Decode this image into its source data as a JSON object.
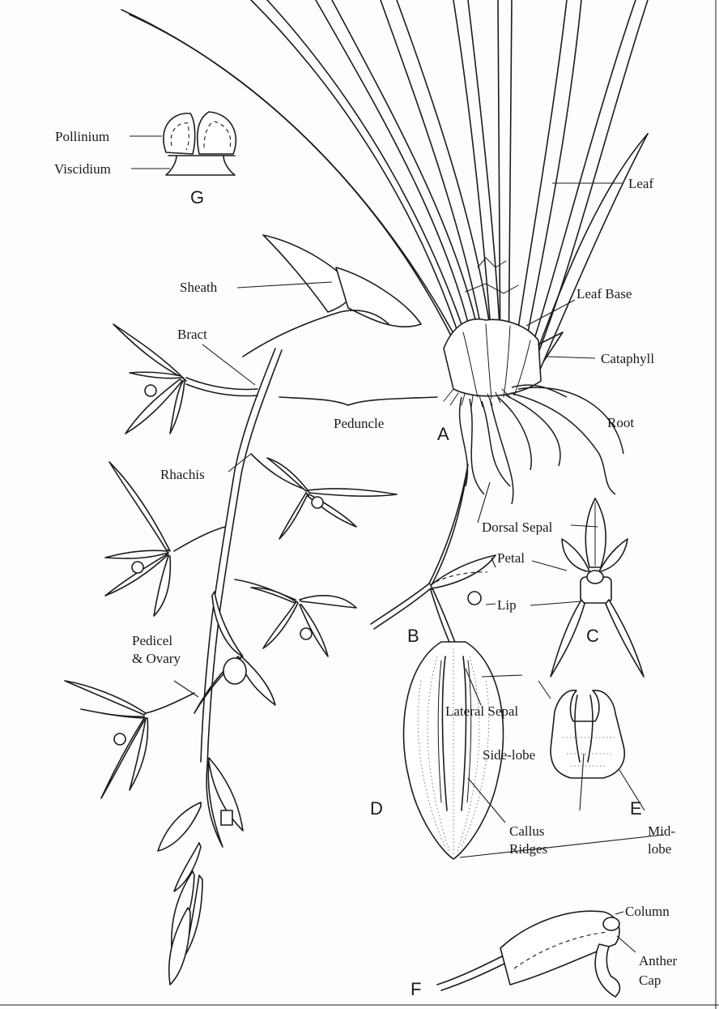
{
  "labels": {
    "pollinium": "Pollinium",
    "viscidium": "Viscidium",
    "leaf": "Leaf",
    "sheath": "Sheath",
    "leaf_base": "Leaf Base",
    "bract": "Bract",
    "cataphyll": "Cataphyll",
    "peduncle": "Peduncle",
    "root": "Root",
    "rhachis": "Rhachis",
    "dorsal_sepal": "Dorsal Sepal",
    "petal": "Petal",
    "lip": "Lip",
    "pedicel_line1": "Pedicel",
    "pedicel_line2": "& Ovary",
    "lateral_sepal": "Lateral Sepal",
    "side_lobe": "Side-lobe",
    "callus_line1": "Callus",
    "callus_line2": "Ridges",
    "mid_lobe_line1": "Mid-",
    "mid_lobe_line2": "lobe",
    "column": "Column",
    "anther_line1": "Anther",
    "anther_line2": "Cap"
  },
  "panels": {
    "A": "A",
    "B": "B",
    "C": "C",
    "D": "D",
    "E": "E",
    "F": "F",
    "G": "G"
  }
}
